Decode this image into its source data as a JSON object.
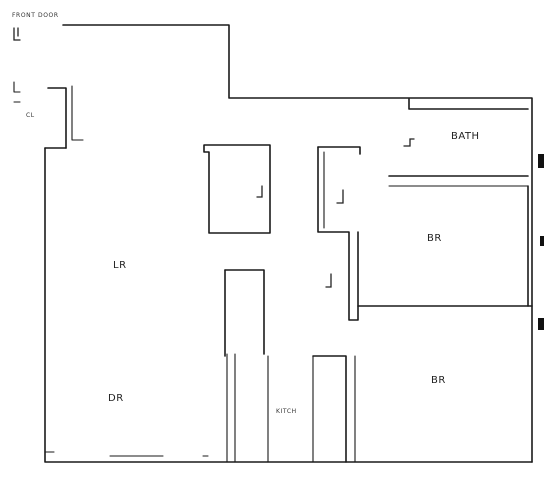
{
  "labels": {
    "front_door": "FRONT DOOR",
    "cl": "CL",
    "bath": "BATH",
    "br_upper": "BR",
    "br_lower": "BR",
    "lr": "LR",
    "dr": "DR",
    "kitch": "KITCH",
    "note_left": "",
    "note_right": ""
  }
}
